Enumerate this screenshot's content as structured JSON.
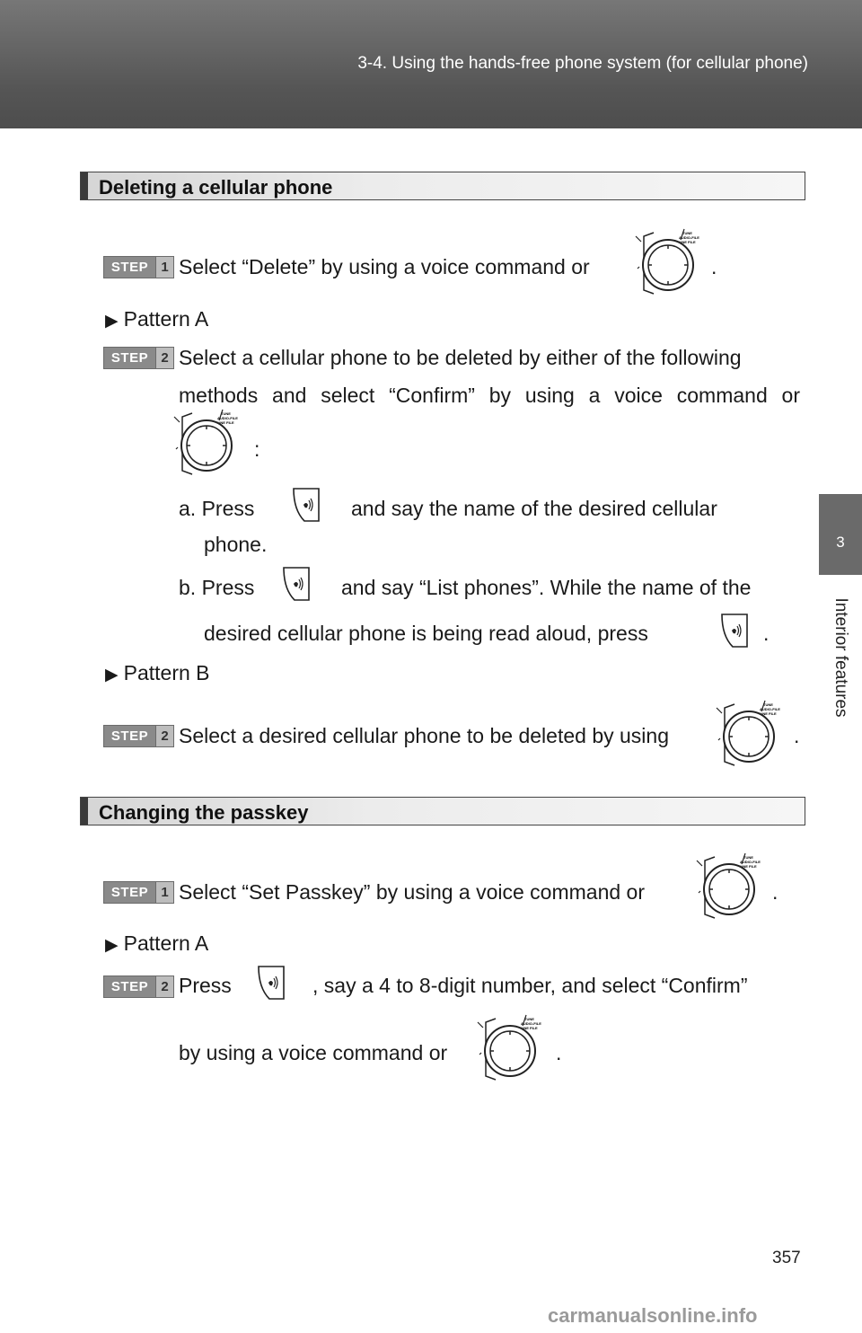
{
  "header": {
    "title": "3-4. Using the hands-free phone system (for cellular phone)"
  },
  "side_tab": {
    "number": "3",
    "label": "Interior features"
  },
  "sections": {
    "delete": {
      "title": "Deleting a cellular phone",
      "step1_label": "STEP",
      "step1_num": "1",
      "step1_text": "Select “Delete” by using a voice command or",
      "step1_end": ".",
      "patternA": "Pattern A",
      "stepA_label": "STEP",
      "stepA_num": "2",
      "stepA_line1": "Select a cellular phone to be deleted by either of the following",
      "stepA_line2": "methods and select “Confirm” by using a voice command or",
      "stepA_colon": ":",
      "a_press": "a. Press",
      "a_rest": "and say the name of the desired cellular",
      "a_cont": "phone.",
      "b_press": "b. Press",
      "b_rest": "and say “List phones”. While the name of the",
      "b_cont": "desired cellular phone is being read aloud, press",
      "b_end": ".",
      "patternB": "Pattern B",
      "stepB_label": "STEP",
      "stepB_num": "2",
      "stepB_text": "Select a desired cellular phone to be deleted by using",
      "stepB_end": "."
    },
    "passkey": {
      "title": "Changing the passkey",
      "step1_label": "STEP",
      "step1_num": "1",
      "step1_text": "Select “Set Passkey” by using a voice command or",
      "step1_end": ".",
      "patternA": "Pattern A",
      "step2_label": "STEP",
      "step2_num": "2",
      "step2_press": "Press",
      "step2_rest": ", say a 4 to 8-digit number, and select “Confirm”",
      "step2_cont": "by using a voice command or",
      "step2_end": "."
    }
  },
  "page_number": "357",
  "footer": "carmanualsonline.info",
  "icons": {
    "knob": "tune-file-knob-icon",
    "talk_button": "talk-switch-icon",
    "arrow": "triangle-right-icon"
  }
}
